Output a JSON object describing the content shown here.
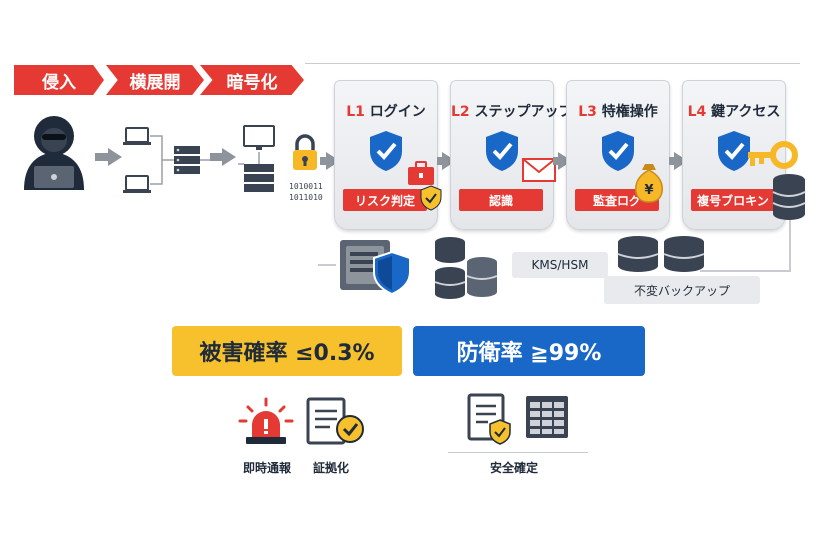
{
  "attack_steps": [
    "侵入",
    "横展開",
    "暗号化"
  ],
  "binary_text": [
    "1010011",
    "1011010"
  ],
  "layers": [
    {
      "num": "L1",
      "title": "ログイン",
      "tag": "リスク判定"
    },
    {
      "num": "L2",
      "title": "ステップアップ",
      "tag": "認識"
    },
    {
      "num": "L3",
      "title": "特権操作",
      "tag": "監査ログ"
    },
    {
      "num": "L4",
      "title": "鍵アクセス",
      "tag": "複号ブロキン"
    }
  ],
  "storage": {
    "kms_label": "KMS/HSM",
    "backup_label": "不変バックアップ"
  },
  "kpis": {
    "damage": "被害確率 ≤0.3%",
    "defense": "防衛率 ≧99%"
  },
  "bottom_labels": {
    "alert": "即時通報",
    "evidence": "証拠化",
    "secure": "安全確定"
  },
  "colors": {
    "red": "#e53a33",
    "blue": "#1967c6",
    "yellow": "#f6c12c",
    "navy": "#1f2a3a",
    "gray": "#8e949c"
  }
}
